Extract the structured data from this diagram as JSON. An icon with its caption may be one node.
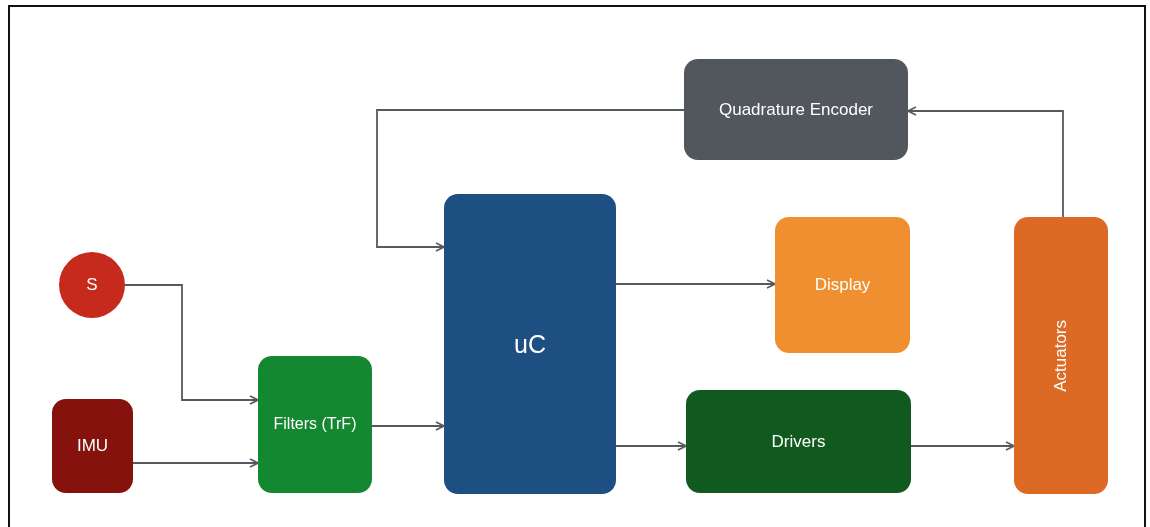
{
  "diagram": {
    "nodes": [
      {
        "text": [
          "Quadrature Encoder"
        ]
      },
      {
        "text": [
          "S"
        ]
      },
      {
        "text": [
          "uC"
        ]
      },
      {
        "text": [
          "Display"
        ]
      },
      {
        "text": [
          "Actuators"
        ]
      },
      {
        "text": [
          "Filters (TrF)"
        ]
      },
      {
        "text": [
          "IMU"
        ]
      },
      {
        "text": [
          "Drivers"
        ]
      }
    ],
    "edges": [
      {
        "from": 1,
        "to": 5,
        "arrow": "to"
      },
      {
        "from": 6,
        "to": 5,
        "arrow": "to"
      },
      {
        "from": 5,
        "to": 2,
        "arrow": "to"
      },
      {
        "from": 2,
        "to": 3,
        "arrow": "to"
      },
      {
        "from": 2,
        "to": 7,
        "arrow": "to"
      },
      {
        "from": 7,
        "to": 4,
        "arrow": "to"
      },
      {
        "from": 4,
        "to": 0,
        "arrow": "to"
      },
      {
        "from": 0,
        "to": 2,
        "arrow": "to"
      }
    ]
  }
}
